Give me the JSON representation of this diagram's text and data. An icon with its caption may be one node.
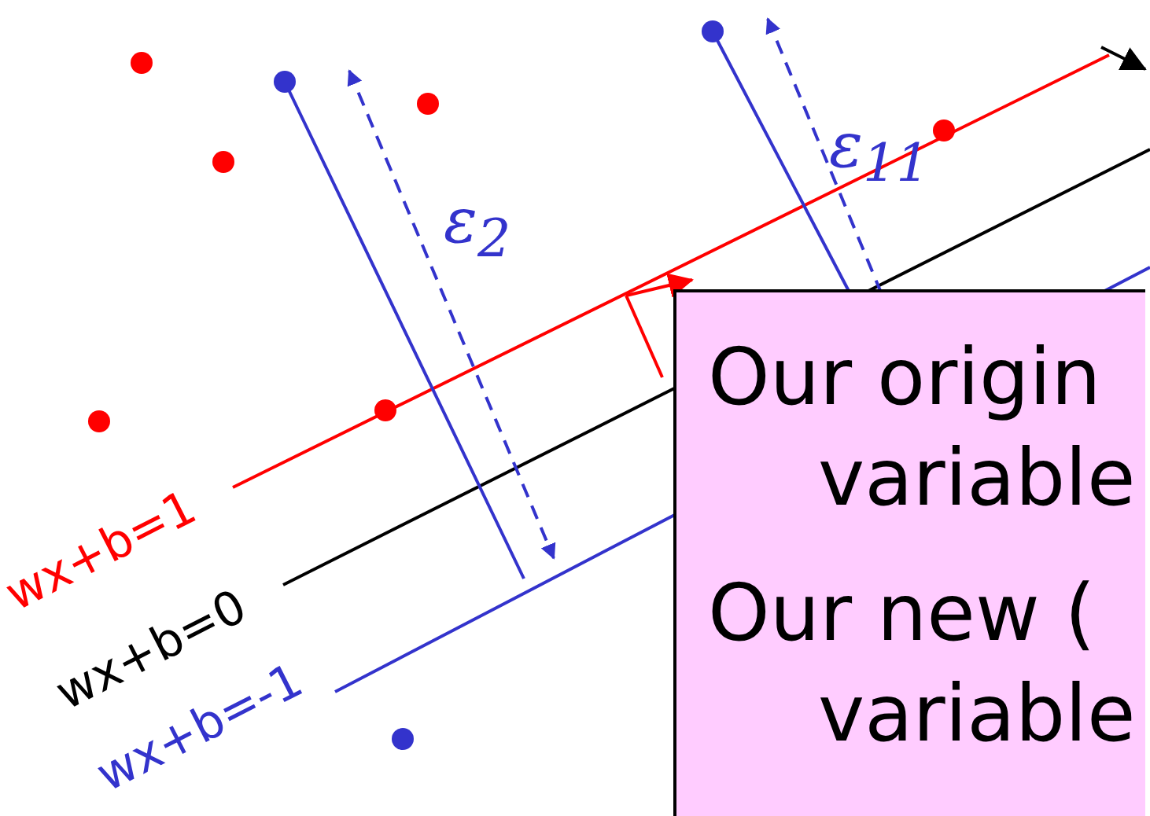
{
  "diagram": {
    "nodes": [
      {
        "text": [
          "Our origin variable",
          "Our new ( variable"
        ]
      }
    ],
    "labels": [
      "ε$_{11}$",
      "ε$_{2}$",
      "wx+b=1",
      "wx+b=0",
      "wx+b=-1"
    ]
  }
}
